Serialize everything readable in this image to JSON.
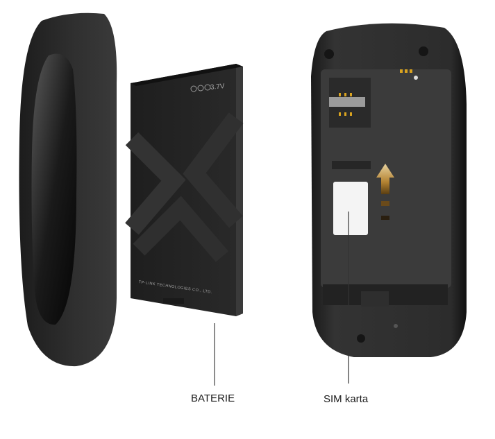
{
  "labels": {
    "battery": "BATERIE",
    "sim_card": "SIM karta"
  },
  "battery_markings": {
    "voltage": "3.7V",
    "manufacturer": "TP-LINK TECHNOLOGIES CO., LTD."
  },
  "colors": {
    "background": "#ffffff",
    "cover_outer": "#2a2a2a",
    "cover_inner": "#0e0e0e",
    "battery_body": "#232323",
    "device_shell": "#2e2e2e",
    "device_cavity": "#3c3c3c",
    "sim_card": "#f4f4f4",
    "arrow": "#b8893a",
    "contacts": "#d9a320",
    "leader_line": "#1a1a1a"
  }
}
